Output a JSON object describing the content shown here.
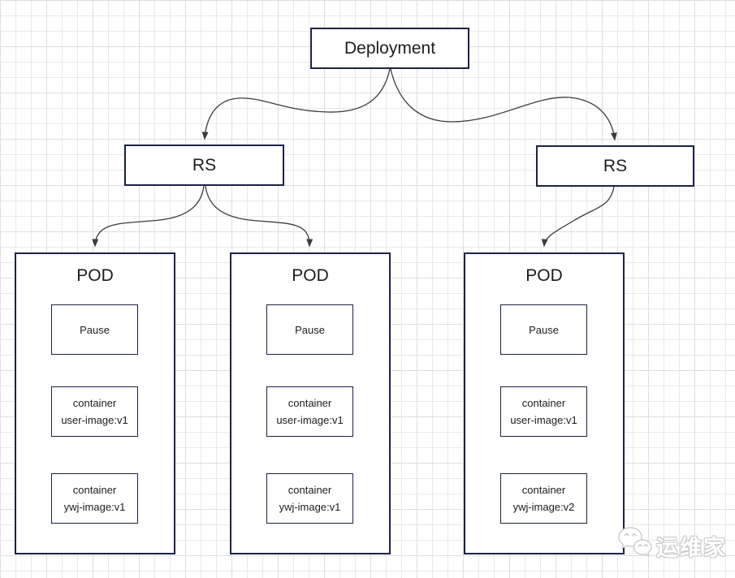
{
  "colors": {
    "canvas_bg": "#ffffff",
    "box_fill": "#ffffff",
    "box_border": "#1b2347",
    "arrow": "#3c3c3c",
    "text": "#1c1c1c",
    "grid_minor": "#e9e9e9",
    "grid_major": "#dedede",
    "watermark_outline": "#c9c9c9"
  },
  "nodes": {
    "deployment": {
      "label": "Deployment"
    },
    "rs_left": {
      "label": "RS"
    },
    "rs_right": {
      "label": "RS"
    },
    "pods": [
      {
        "title": "POD",
        "pause": "Pause",
        "containers": [
          {
            "line1": "container",
            "line2": "user-image:v1"
          },
          {
            "line1": "container",
            "line2": "ywj-image:v1"
          }
        ]
      },
      {
        "title": "POD",
        "pause": "Pause",
        "containers": [
          {
            "line1": "container",
            "line2": "user-image:v1"
          },
          {
            "line1": "container",
            "line2": "ywj-image:v1"
          }
        ]
      },
      {
        "title": "POD",
        "pause": "Pause",
        "containers": [
          {
            "line1": "container",
            "line2": "user-image:v1"
          },
          {
            "line1": "container",
            "line2": "ywj-image:v2"
          }
        ]
      }
    ]
  },
  "edges": [
    {
      "from": "deployment",
      "to": "rs-left"
    },
    {
      "from": "deployment",
      "to": "rs-right"
    },
    {
      "from": "rs-left",
      "to": "pod-1"
    },
    {
      "from": "rs-left",
      "to": "pod-2"
    },
    {
      "from": "rs-right",
      "to": "pod-3"
    },
    {
      "from": "pod-1-pause",
      "to": "pod-1-container-user-image"
    },
    {
      "from": "pod-1-pause",
      "to": "pod-1-container-ywj-image"
    },
    {
      "from": "pod-2-pause",
      "to": "pod-2-container-user-image"
    },
    {
      "from": "pod-2-pause",
      "to": "pod-2-container-ywj-image"
    },
    {
      "from": "pod-3-pause",
      "to": "pod-3-container-user-image"
    },
    {
      "from": "pod-3-pause",
      "to": "pod-3-container-ywj-image"
    }
  ],
  "watermark": {
    "text": "运维家",
    "logo": "chat-bubbles-icon"
  }
}
